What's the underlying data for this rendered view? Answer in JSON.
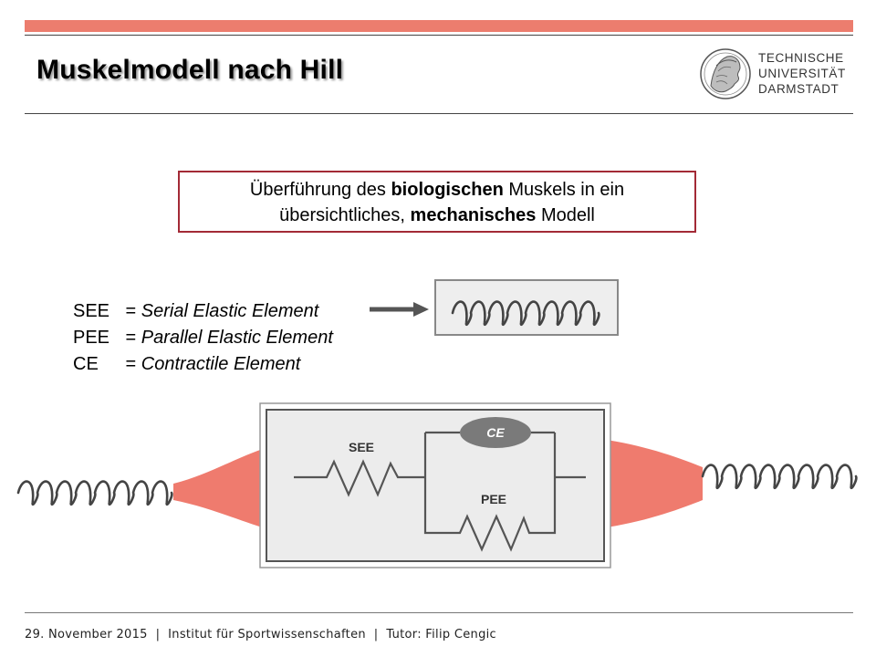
{
  "slide": {
    "title": "Muskelmodell nach Hill"
  },
  "logo": {
    "line1": "TECHNISCHE",
    "line2": "UNIVERSITÄT",
    "line3": "DARMSTADT"
  },
  "callout": {
    "part1": "Überführung des ",
    "bold1": "biologischen",
    "part2": " Muskels in ein",
    "part3": "übersichtliches, ",
    "bold2": "mechanisches",
    "part4": " Modell"
  },
  "definitions": [
    {
      "abbr": "SEE",
      "eq": " = ",
      "term": "Serial Elastic Element"
    },
    {
      "abbr": "PEE",
      "eq": " = ",
      "term": "Parallel Elastic Element"
    },
    {
      "abbr": "CE",
      "eq": " = ",
      "term": "Contractile Element"
    }
  ],
  "diagram": {
    "see_label": "SEE",
    "pee_label": "PEE",
    "ce_label": "CE"
  },
  "colors": {
    "accent_bar": "#ec7d6e",
    "callout_border": "#a32a36",
    "muscle": "#ef7b6e"
  },
  "footer": {
    "text": "29. November 2015  |  Institut für Sportwissenschaften  |  Tutor: Filip Cengic"
  }
}
